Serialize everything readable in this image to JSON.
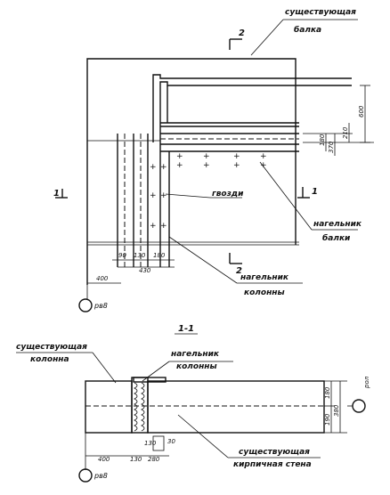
{
  "elevation": {
    "label_existing_beam": [
      "существующая",
      "балка"
    ],
    "label_nails": "гвозди",
    "label_beam_nagelnik": [
      "нагельник",
      "балки"
    ],
    "label_column_nagelnik": [
      "нагельник",
      "колонны"
    ],
    "section_mark_1": "1",
    "section_mark_2": "2",
    "dim_600": "600",
    "dim_210": "210",
    "dim_370": "370",
    "dim_180": "180",
    "dim_90": "90",
    "dim_180_low": "180",
    "dim_130": "130",
    "dim_430": "430",
    "dim_400": "400",
    "axis": "рв8"
  },
  "section": {
    "title": "1-1",
    "label_existing_column": [
      "существующая",
      "колонна"
    ],
    "label_column_nagelnik": [
      "нагельник",
      "колонны"
    ],
    "label_brick_wall": [
      "существующая",
      "кирпичная стена"
    ],
    "dim_180": "180",
    "dim_190": "190",
    "dim_380": "380",
    "dim_130": "130",
    "dim_30": "30",
    "dim_400": "400",
    "dim_130b": "130",
    "dim_280": "280",
    "axis_right": "рол",
    "axis_bottom": "рв8"
  }
}
